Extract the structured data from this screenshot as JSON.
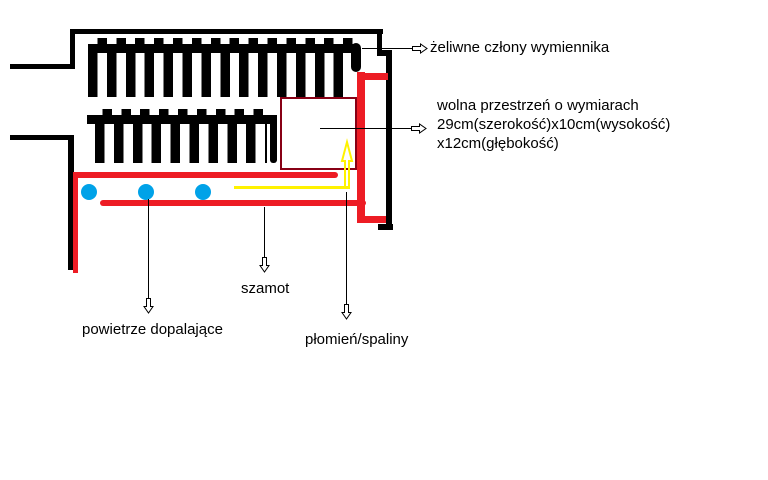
{
  "title": "boiler heat-exchanger diagram",
  "colors": {
    "outline": "#000000",
    "firebrick_red": "#ED1C24",
    "free_space_box": "#880015",
    "flame_yellow": "#FFF200",
    "air_inlet_blue": "#00A2E8"
  },
  "labels": {
    "heat_exchanger": "żeliwne człony wymiennika",
    "free_space_line1": "wolna przestrzeń o wymiarach",
    "free_space_line2": "29cm(szerokość)x10cm(wysokość)",
    "free_space_line3": "x12cm(głębokość)",
    "chamotte": "szamot",
    "afterburn_air": "powietrze dopalające",
    "flame_exhaust": "płomień/spaliny"
  }
}
